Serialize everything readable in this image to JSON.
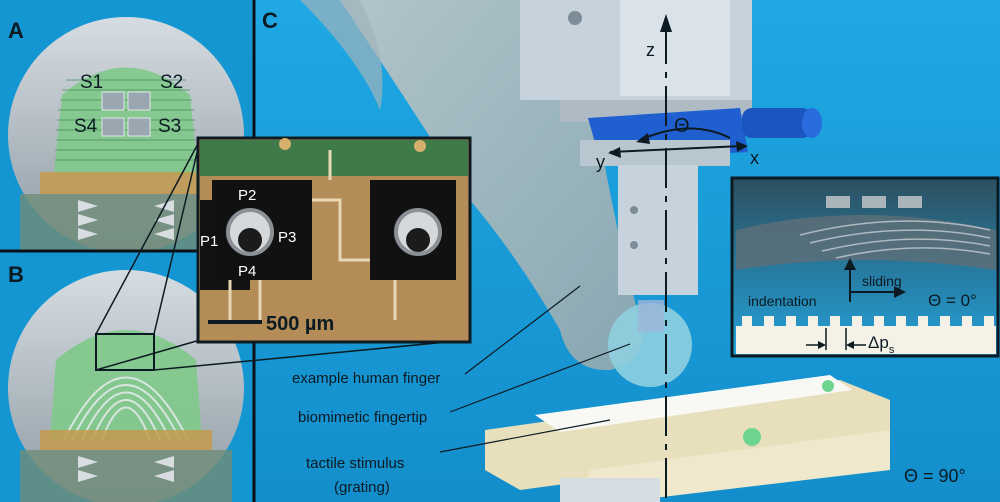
{
  "panels": {
    "a": {
      "letter": "A",
      "sensors": [
        "S1",
        "S2",
        "S4",
        "S3"
      ]
    },
    "b": {
      "letter": "B"
    },
    "c": {
      "letter": "C"
    }
  },
  "zoom": {
    "points": [
      "P2",
      "P1",
      "P3",
      "P4"
    ],
    "scale_bar": "500 µm"
  },
  "axes": {
    "z": "z",
    "y": "y",
    "x": "x",
    "theta": "Θ"
  },
  "inset": {
    "sliding": "sliding",
    "indentation": "indentation",
    "angle": "Θ = 0°",
    "delta": "Δp",
    "delta_sub": "s"
  },
  "labels": {
    "finger": "example human finger",
    "fingertip": "biomimetic fingertip",
    "stimulus": "tactile stimulus",
    "grating": "(grating)",
    "angle90": "Θ = 90°"
  },
  "colors": {
    "background": "#1aa0dd",
    "fingertip_green": "#7fc98a",
    "stage_cream": "#ece3c3",
    "motor_blue": "#1f5fd0"
  }
}
